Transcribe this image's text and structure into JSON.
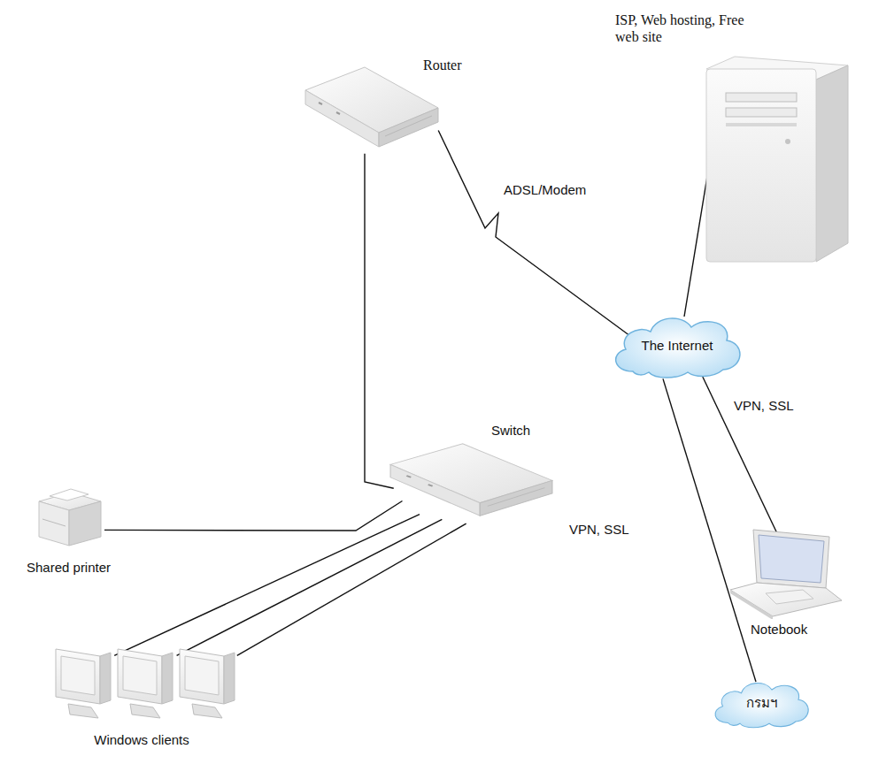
{
  "diagram": {
    "nodes": [
      {
        "text": [
          "ISP, Web hosting, Free web site"
        ]
      },
      {
        "text": [
          "Router"
        ]
      },
      {
        "text": [
          "The Internet"
        ]
      },
      {
        "text": [
          "Switch"
        ]
      },
      {
        "text": [
          "Shared printer"
        ]
      },
      {
        "text": [
          "Notebook"
        ]
      },
      {
        "text": [
          "Windows clients"
        ]
      },
      {
        "text": [
          "กรมฯ"
        ]
      }
    ],
    "edges": [
      {
        "from": 1,
        "to": 2,
        "label": "ADSL/Modem",
        "arrow": "none"
      },
      {
        "from": 2,
        "to": 0,
        "arrow": "none"
      },
      {
        "from": 1,
        "to": 3,
        "arrow": "none"
      },
      {
        "from": 3,
        "to": 4,
        "arrow": "none"
      },
      {
        "from": 3,
        "to": 6,
        "arrow": "none"
      },
      {
        "from": 3,
        "to": 6,
        "arrow": "none"
      },
      {
        "from": 3,
        "to": 6,
        "arrow": "none"
      },
      {
        "from": 2,
        "to": 5,
        "label": "VPN, SSL",
        "arrow": "none"
      },
      {
        "from": 2,
        "to": 7,
        "label": "VPN, SSL",
        "arrow": "none"
      }
    ]
  }
}
